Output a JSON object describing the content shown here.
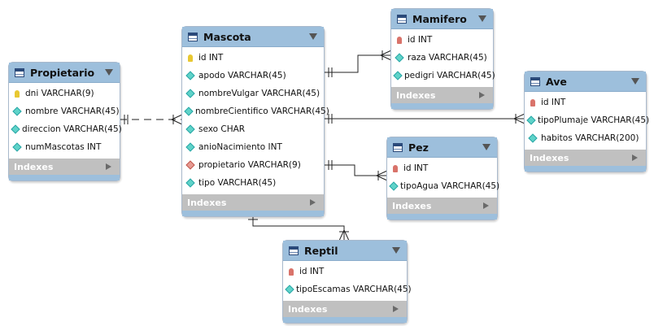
{
  "tables": {
    "propietario": {
      "name": "Propietario",
      "indexes_label": "Indexes",
      "columns": [
        {
          "label": "dni VARCHAR(9)",
          "icon": "primary-key-icon"
        },
        {
          "label": "nombre VARCHAR(45)",
          "icon": "column-icon"
        },
        {
          "label": "direccion VARCHAR(45)",
          "icon": "column-icon"
        },
        {
          "label": "numMascotas INT",
          "icon": "column-icon"
        }
      ]
    },
    "mascota": {
      "name": "Mascota",
      "indexes_label": "Indexes",
      "columns": [
        {
          "label": "id INT",
          "icon": "primary-key-icon"
        },
        {
          "label": "apodo VARCHAR(45)",
          "icon": "column-icon"
        },
        {
          "label": "nombreVulgar VARCHAR(45)",
          "icon": "column-icon"
        },
        {
          "label": "nombreCientifico VARCHAR(45)",
          "icon": "column-icon"
        },
        {
          "label": "sexo CHAR",
          "icon": "column-icon"
        },
        {
          "label": "anioNacimiento INT",
          "icon": "column-icon"
        },
        {
          "label": "propietario VARCHAR(9)",
          "icon": "foreign-key-icon"
        },
        {
          "label": "tipo VARCHAR(45)",
          "icon": "column-icon"
        }
      ]
    },
    "mamifero": {
      "name": "Mamifero",
      "indexes_label": "Indexes",
      "columns": [
        {
          "label": "id INT",
          "icon": "primary-foreign-key-icon"
        },
        {
          "label": "raza VARCHAR(45)",
          "icon": "column-icon"
        },
        {
          "label": "pedigri VARCHAR(45)",
          "icon": "column-icon"
        }
      ]
    },
    "ave": {
      "name": "Ave",
      "indexes_label": "Indexes",
      "columns": [
        {
          "label": "id INT",
          "icon": "primary-foreign-key-icon"
        },
        {
          "label": "tipoPlumaje VARCHAR(45)",
          "icon": "column-icon"
        },
        {
          "label": "habitos VARCHAR(200)",
          "icon": "column-icon"
        }
      ]
    },
    "pez": {
      "name": "Pez",
      "indexes_label": "Indexes",
      "columns": [
        {
          "label": "id INT",
          "icon": "primary-foreign-key-icon"
        },
        {
          "label": "tipoAgua VARCHAR(45)",
          "icon": "column-icon"
        }
      ]
    },
    "reptil": {
      "name": "Reptil",
      "indexes_label": "Indexes",
      "columns": [
        {
          "label": "id INT",
          "icon": "primary-foreign-key-icon"
        },
        {
          "label": "tipoEscamas VARCHAR(45)",
          "icon": "column-icon"
        }
      ]
    }
  },
  "relationships": [
    {
      "from": "Propietario",
      "to": "Mascota",
      "style": "dashed",
      "cardinality": "one-to-many"
    },
    {
      "from": "Mascota",
      "to": "Mamifero",
      "style": "solid",
      "cardinality": "one-to-many"
    },
    {
      "from": "Mascota",
      "to": "Ave",
      "style": "solid",
      "cardinality": "one-to-many"
    },
    {
      "from": "Mascota",
      "to": "Pez",
      "style": "solid",
      "cardinality": "one-to-many"
    },
    {
      "from": "Mascota",
      "to": "Reptil",
      "style": "solid",
      "cardinality": "one-to-many"
    }
  ],
  "colors": {
    "header": "#9dbfdc",
    "indexes_bar": "#c0c0c0",
    "line": "#222222"
  }
}
